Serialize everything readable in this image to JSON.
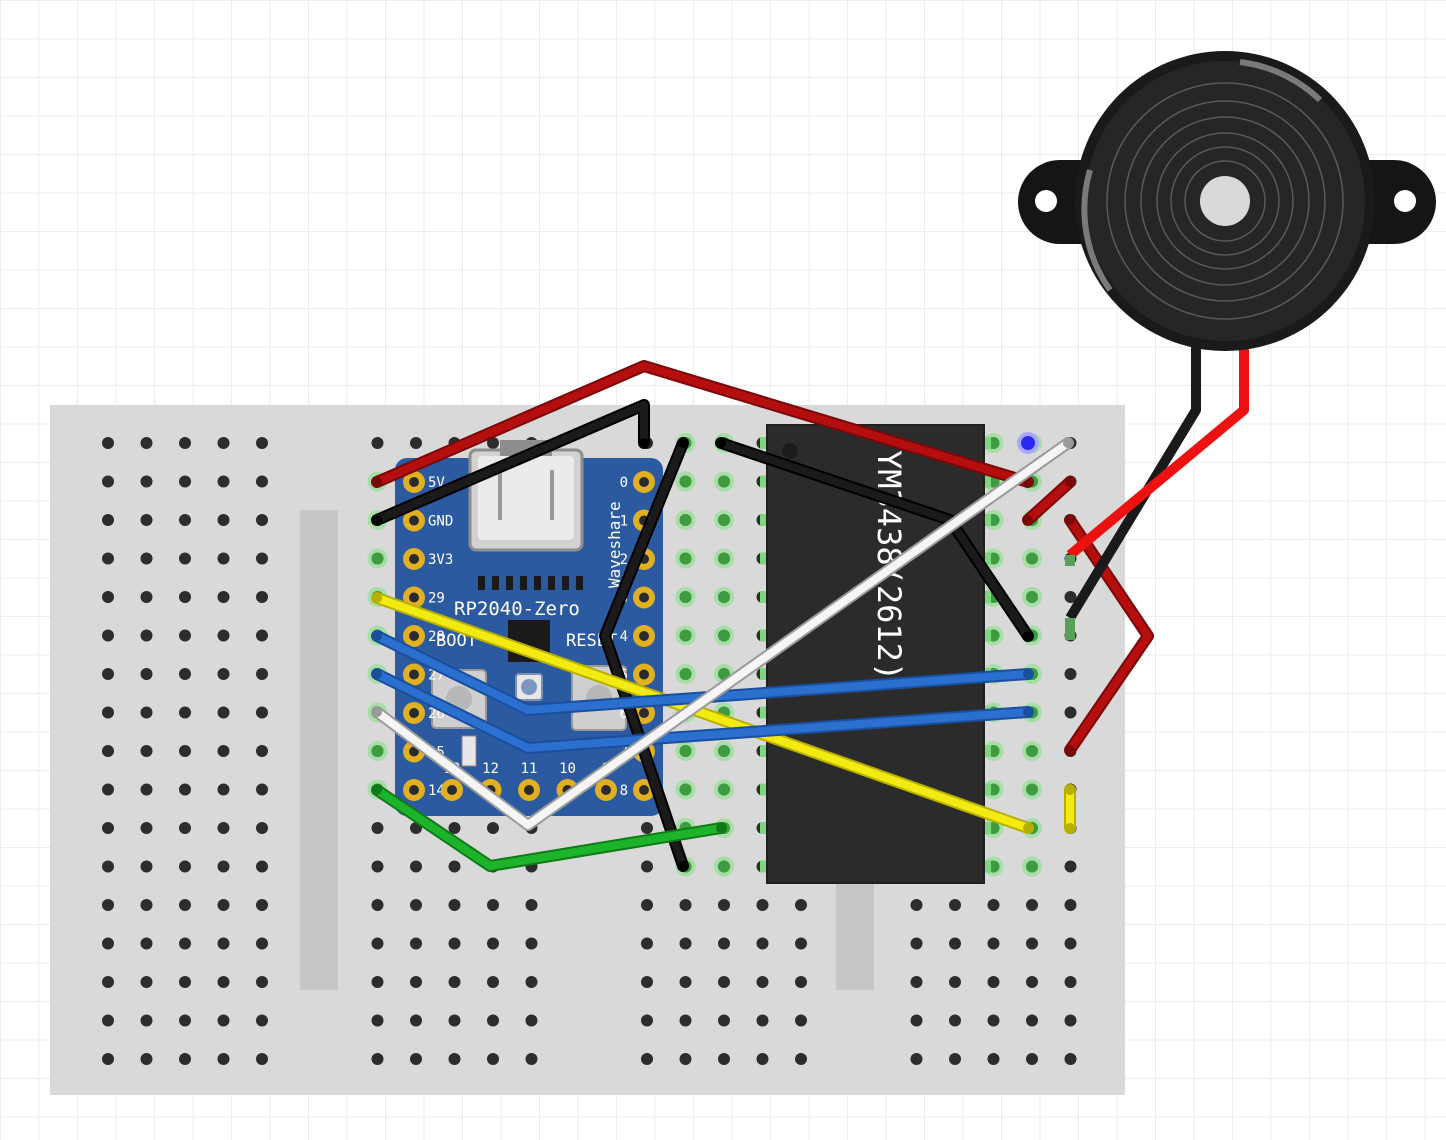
{
  "board": {
    "name": "RP2040-Zero",
    "maker": "Waveshare",
    "buttons": {
      "boot": "BOOT",
      "reset": "RESET"
    },
    "left_pins": [
      "5V",
      "GND",
      "3V3",
      "29",
      "28",
      "27",
      "26",
      "15",
      "14"
    ],
    "right_pins": [
      "0",
      "1",
      "2",
      "3",
      "4",
      "5",
      "6",
      "7",
      "8"
    ],
    "bottom_pins": [
      "13",
      "12",
      "11",
      "10",
      "9"
    ]
  },
  "chip": {
    "label": "YM3438(2612)"
  },
  "colors": {
    "breadboard": "#d9d9d9",
    "board_blue": "#2c5aa0",
    "chip": "#2b2b2b",
    "wire_red": "#b50e0e",
    "wire_black": "#1a1a1a",
    "wire_blue": "#2b6fcf",
    "wire_yellow": "#f2ea10",
    "wire_white": "#f5f5f5",
    "wire_green": "#1db32a",
    "buzzer": "#1a1a1a"
  },
  "icons": {
    "buzzer": "piezo-buzzer-icon",
    "usb": "usb-c-connector-icon"
  }
}
